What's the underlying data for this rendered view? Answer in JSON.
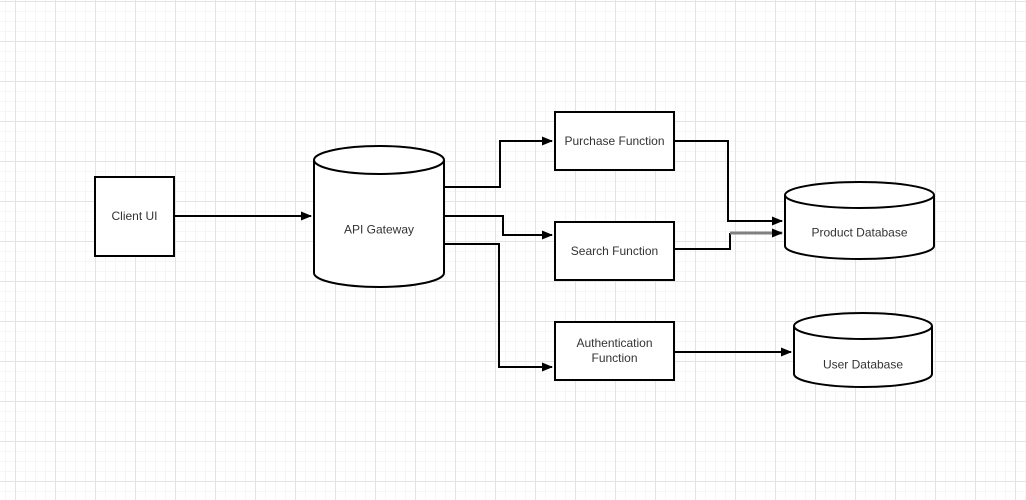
{
  "diagram": {
    "nodes": [
      {
        "id": "client-ui",
        "label": "Client UI",
        "shape": "rectangle"
      },
      {
        "id": "api-gateway",
        "label": "API Gateway",
        "shape": "cylinder"
      },
      {
        "id": "purchase-function",
        "label": "Purchase Function",
        "shape": "rectangle"
      },
      {
        "id": "search-function",
        "label": "Search Function",
        "shape": "rectangle"
      },
      {
        "id": "authentication-function",
        "label": "Authentication Function",
        "shape": "rectangle"
      },
      {
        "id": "product-database",
        "label": "Product Database",
        "shape": "cylinder"
      },
      {
        "id": "user-database",
        "label": "User Database",
        "shape": "cylinder"
      }
    ],
    "connectors": [
      {
        "from": "client-ui",
        "to": "api-gateway",
        "color": "#000000"
      },
      {
        "from": "api-gateway",
        "to": "purchase-function",
        "color": "#000000"
      },
      {
        "from": "api-gateway",
        "to": "search-function",
        "color": "#000000"
      },
      {
        "from": "api-gateway",
        "to": "authentication-function",
        "color": "#000000"
      },
      {
        "from": "purchase-function",
        "to": "product-database",
        "color": "#000000"
      },
      {
        "from": "search-function",
        "to": "product-database",
        "color": "#808080"
      },
      {
        "from": "authentication-function",
        "to": "user-database",
        "color": "#000000"
      }
    ],
    "colors": {
      "shape_stroke": "#000000",
      "shape_fill": "#ffffff",
      "label_text": "#333333",
      "grid_major": "#e3e3e3",
      "grid_minor": "#f6f6f6",
      "canvas_background": "#ffffff",
      "muted_connector": "#808080"
    }
  }
}
